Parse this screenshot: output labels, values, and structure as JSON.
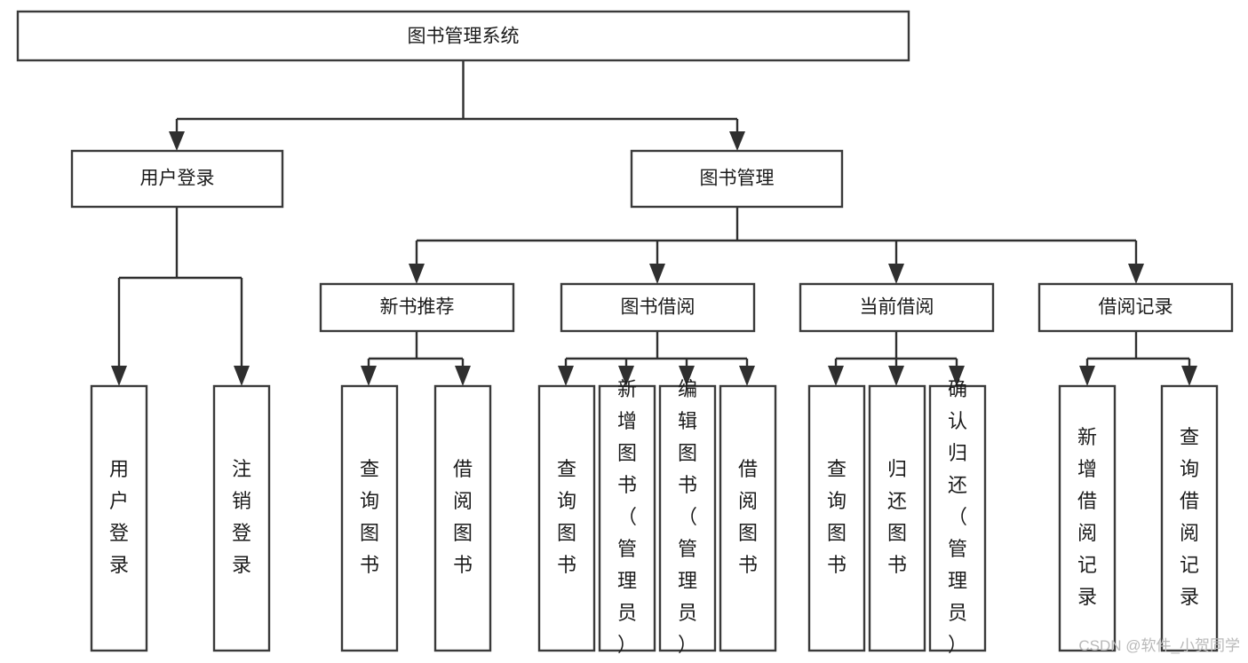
{
  "diagram": {
    "title": "图书管理系统",
    "type": "tree-hierarchy-diagram",
    "colors": {
      "box_fill": "#ffffff",
      "box_stroke": "#3a3a3a",
      "connector": "#2f2f2f",
      "text": "#1b1b1b",
      "watermark": "#b9b9b9",
      "background": "#ffffff"
    },
    "root": {
      "label": "图书管理系统"
    },
    "level2": [
      {
        "label": "用户登录"
      },
      {
        "label": "图书管理"
      }
    ],
    "level3": [
      {
        "label": "新书推荐"
      },
      {
        "label": "图书借阅"
      },
      {
        "label": "当前借阅"
      },
      {
        "label": "借阅记录"
      }
    ],
    "leaves": {
      "user_login": [
        {
          "label": "用户登录"
        },
        {
          "label": "注销登录"
        }
      ],
      "new_book": [
        {
          "label": "查询图书"
        },
        {
          "label": "借阅图书"
        }
      ],
      "book_borrow": [
        {
          "label": "查询图书"
        },
        {
          "label": "新增图书（管理员）"
        },
        {
          "label": "编辑图书（管理员）"
        },
        {
          "label": "借阅图书"
        }
      ],
      "current_borrow": [
        {
          "label": "查询图书"
        },
        {
          "label": "归还图书"
        },
        {
          "label": "确认归还（管理员）"
        }
      ],
      "borrow_record": [
        {
          "label": "新增借阅记录"
        },
        {
          "label": "查询借阅记录"
        }
      ]
    },
    "watermark": "CSDN @软件_小贺同学"
  }
}
